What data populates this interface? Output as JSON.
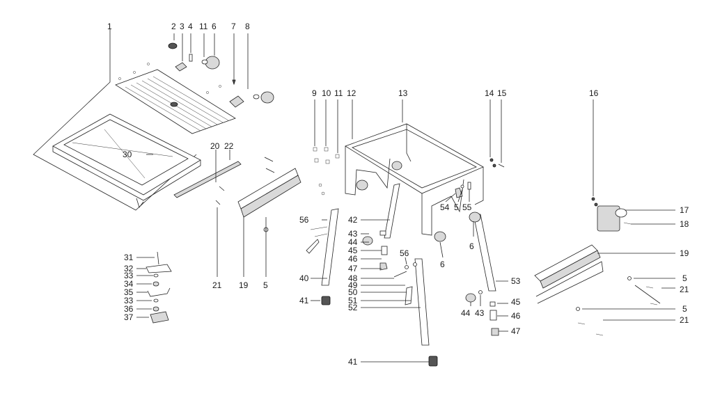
{
  "labels": {
    "l1": "1",
    "l2": "2",
    "l3": "3",
    "l4": "4",
    "l11a": "11",
    "l6a": "6",
    "l7": "7",
    "l8": "8",
    "l9": "9",
    "l10": "10",
    "l11b": "11",
    "l12": "12",
    "l13": "13",
    "l14": "14",
    "l15": "15",
    "l16": "16",
    "l30": "30",
    "l20": "20",
    "l22": "22",
    "l21a": "21",
    "l19a": "19",
    "l5a": "5",
    "l56a": "56",
    "l42": "42",
    "l43a": "43",
    "l44a": "44",
    "l45a": "45",
    "l46a": "46",
    "l47a": "47",
    "l40": "40",
    "l41a": "41",
    "l56b": "56",
    "l48": "48",
    "l49": "49",
    "l50": "50",
    "l51": "51",
    "l52": "52",
    "l41b": "41",
    "l54": "54",
    "l5b": "5",
    "l55": "55",
    "l6b": "6",
    "l6c": "6",
    "l53": "53",
    "l44b": "44",
    "l43b": "43",
    "l45b": "45",
    "l46b": "46",
    "l47b": "47",
    "l17": "17",
    "l18": "18",
    "l19b": "19",
    "l5c": "5",
    "l21b": "21",
    "l5d": "5",
    "l21c": "21",
    "l31": "31",
    "l32": "32",
    "l33a": "33",
    "l34": "34",
    "l35": "35",
    "l33b": "33",
    "l36": "36",
    "l37": "37"
  }
}
